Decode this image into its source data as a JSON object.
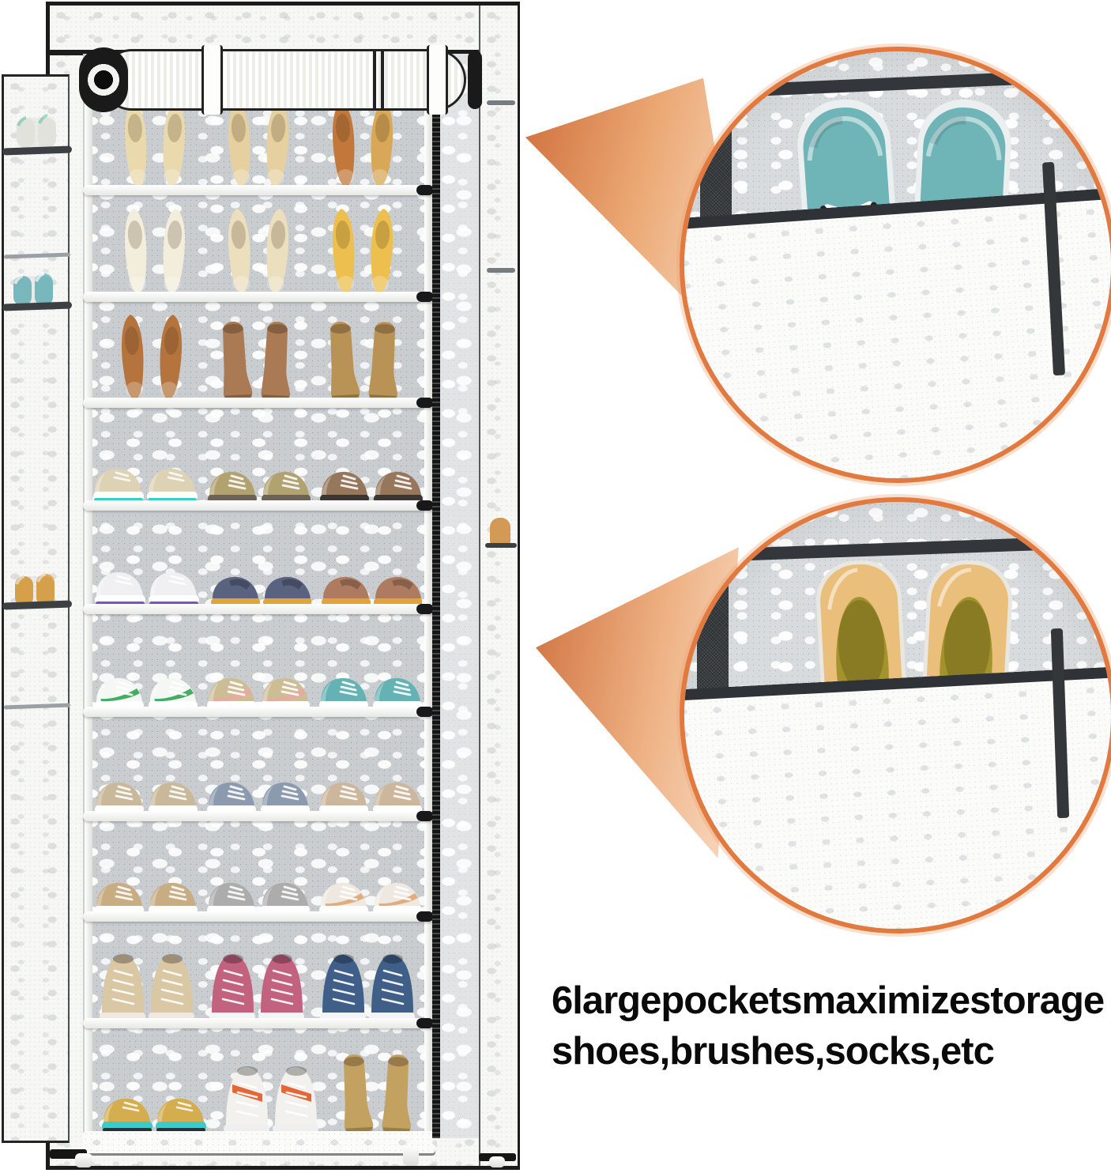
{
  "caption": {
    "line1": "6largepocketsmaximizestorage",
    "line2": "shoes,brushes,socks,etc"
  },
  "palette": {
    "background": "#ffffff",
    "frame_black": "#1b1b1b",
    "cover_white": "#f7f7f5",
    "interior_grey": "#c9cdd0",
    "shelf_white": "#ffffff",
    "zipper_black": "#141414",
    "mesh_dark": "#2e3134",
    "ring_orange": "#e2793f",
    "arrow_orange_dark": "#cf6e3c",
    "arrow_orange_light": "#fbe3d2",
    "caption_black": "#0a0a0a"
  },
  "rack": {
    "shelf_count": 10,
    "rolled_door_cover": {
      "body_color": "#ffffff",
      "cap_color": "#1a1a1a",
      "strap_count": 2
    },
    "shelves": [
      {
        "items": [
          {
            "type": "heel",
            "c": "#ead9ac"
          },
          {
            "type": "heel",
            "c": "#e6d0a0"
          },
          {
            "type": "heel",
            "c": "#c1783a",
            "c2": "#d8a757"
          }
        ]
      },
      {
        "items": [
          {
            "type": "heel",
            "c": "#f3eddc"
          },
          {
            "type": "heel",
            "c": "#ebdfbe"
          },
          {
            "type": "heel",
            "c": "#edbf4e"
          }
        ]
      },
      {
        "items": [
          {
            "type": "heel",
            "c": "#b5743d"
          },
          {
            "type": "boot",
            "c": "#aa7a55"
          },
          {
            "type": "boot",
            "c": "#b99355"
          }
        ]
      },
      {
        "items": [
          {
            "type": "runner",
            "c": "#ded2b4",
            "sole": "#ffffff",
            "accent": "#35d0c5"
          },
          {
            "type": "sneaker",
            "c": "#b2a270",
            "sole": "#6b6454"
          },
          {
            "type": "sneaker",
            "c": "#97775c",
            "sole": "#3c3633"
          }
        ]
      },
      {
        "items": [
          {
            "type": "runner",
            "c": "#f0f0f2",
            "sole": "#ffffff",
            "accent": "#7a52cc"
          },
          {
            "type": "loafer",
            "c": "#59627e",
            "sole": "#e2a33e"
          },
          {
            "type": "loafer",
            "c": "#ae7b60",
            "sole": "#e2a33e"
          }
        ]
      },
      {
        "items": [
          {
            "type": "sneaker",
            "c": "#f4f7f4",
            "sole": "#ffffff",
            "accent": "#43ad64"
          },
          {
            "type": "sneaker",
            "c": "#cdbd94",
            "sole": "#ffffff",
            "accent": "#e9a9a2"
          },
          {
            "type": "sneaker",
            "c": "#64b2b3",
            "sole": "#ffffff"
          }
        ]
      },
      {
        "items": [
          {
            "type": "sneaker",
            "c": "#c9b899",
            "sole": "#ffffff"
          },
          {
            "type": "sneaker",
            "c": "#8b9aae",
            "sole": "#ffffff"
          },
          {
            "type": "sneaker",
            "c": "#ccb79c",
            "sole": "#ffffff"
          }
        ]
      },
      {
        "items": [
          {
            "type": "sneaker",
            "c": "#c8ad83",
            "sole": "#ffffff"
          },
          {
            "type": "sneaker",
            "c": "#acacac",
            "sole": "#ffffff"
          },
          {
            "type": "sneaker",
            "c": "#eee8e1",
            "sole": "#ffffff",
            "accent": "#e0ad7c"
          }
        ]
      },
      {
        "items": [
          {
            "type": "hightop",
            "c": "#dac7a3",
            "sole": "#efe9df"
          },
          {
            "type": "hightop",
            "c": "#c2627e",
            "sole": "#f4f4f4"
          },
          {
            "type": "hightop",
            "c": "#3f5f88",
            "sole": "#f4f4f4"
          }
        ]
      },
      {
        "items": [
          {
            "type": "runner",
            "c": "#d3ad4e",
            "sole": "#3ccaca",
            "accent": "#2f2f2f"
          },
          {
            "type": "hightop",
            "c": "#f2f1ee",
            "sole": "#efefef",
            "accent": "#e25722"
          },
          {
            "type": "boot",
            "c": "#c3a161"
          }
        ]
      }
    ],
    "side_panel": {
      "pocket_count": 4,
      "peeks": [
        {
          "c": "#efefe9",
          "accent": "#8fd4c4"
        },
        {
          "c": "#7fc2c7",
          "accent": "#ffffff"
        },
        {
          "c": "#e2a94f",
          "accent": "#f2e9d8"
        }
      ],
      "edge_shoe_color": "#d29a54"
    }
  },
  "insets": [
    {
      "name": "top-pocket-closeup",
      "shoe": "teal-slip-on-sneakers",
      "shoe_color": "#6fb5b7",
      "sole_color": "#eceff0",
      "lace_color": "#ffffff"
    },
    {
      "name": "bottom-pocket-closeup",
      "shoe": "yellow-flats",
      "shoe_color": "#eabf7c",
      "rim_color": "#e9e7e1",
      "inner_color": "#a3932c"
    }
  ]
}
